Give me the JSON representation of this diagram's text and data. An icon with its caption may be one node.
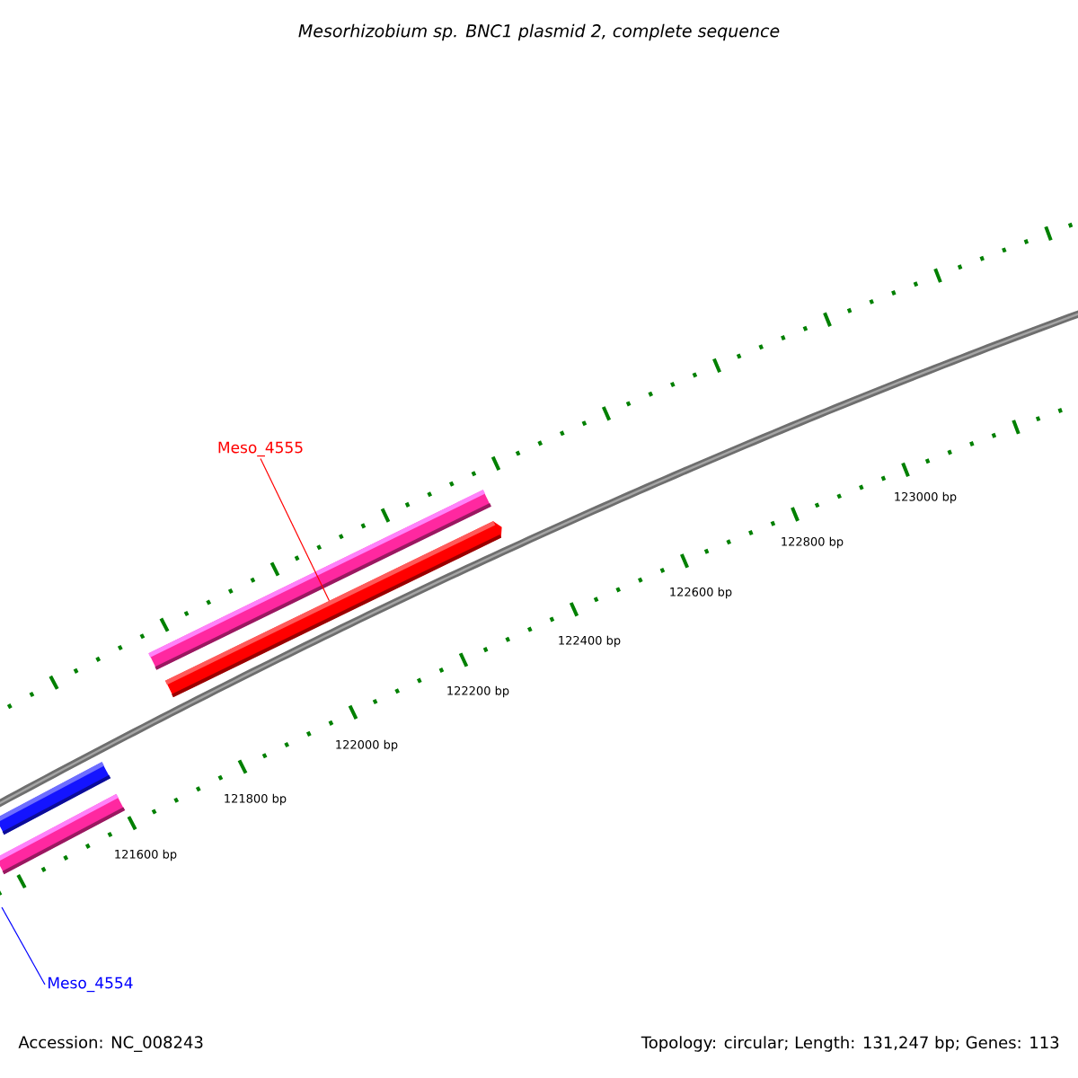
{
  "diagram": {
    "title": "Mesorhizobium sp. BNC1 plasmid 2, complete sequence",
    "nodes": [
      {
        "text": [
          "Meso_4555"
        ]
      },
      {
        "text": [],
        "shape": "bar"
      },
      {
        "text": [],
        "shape": "bar"
      },
      {
        "text": [],
        "shape": "bar"
      },
      {
        "text": [],
        "shape": "bar"
      },
      {
        "text": [
          "Meso_4554"
        ]
      }
    ],
    "edges": [
      {
        "from": 0,
        "to": 2,
        "arrow": "none",
        "color": "#ff0000"
      },
      {
        "from": 5,
        "to": null,
        "arrow": "none",
        "color": "#0000ff"
      }
    ],
    "labels": [
      "123000 bp",
      "122800 bp",
      "122600 bp",
      "122400 bp",
      "122200 bp",
      "122000 bp",
      "121800 bp",
      "121600 bp",
      "Accession: NC_008243",
      "Topology: circular; Length: 131,247 bp; Genes: 113"
    ]
  }
}
